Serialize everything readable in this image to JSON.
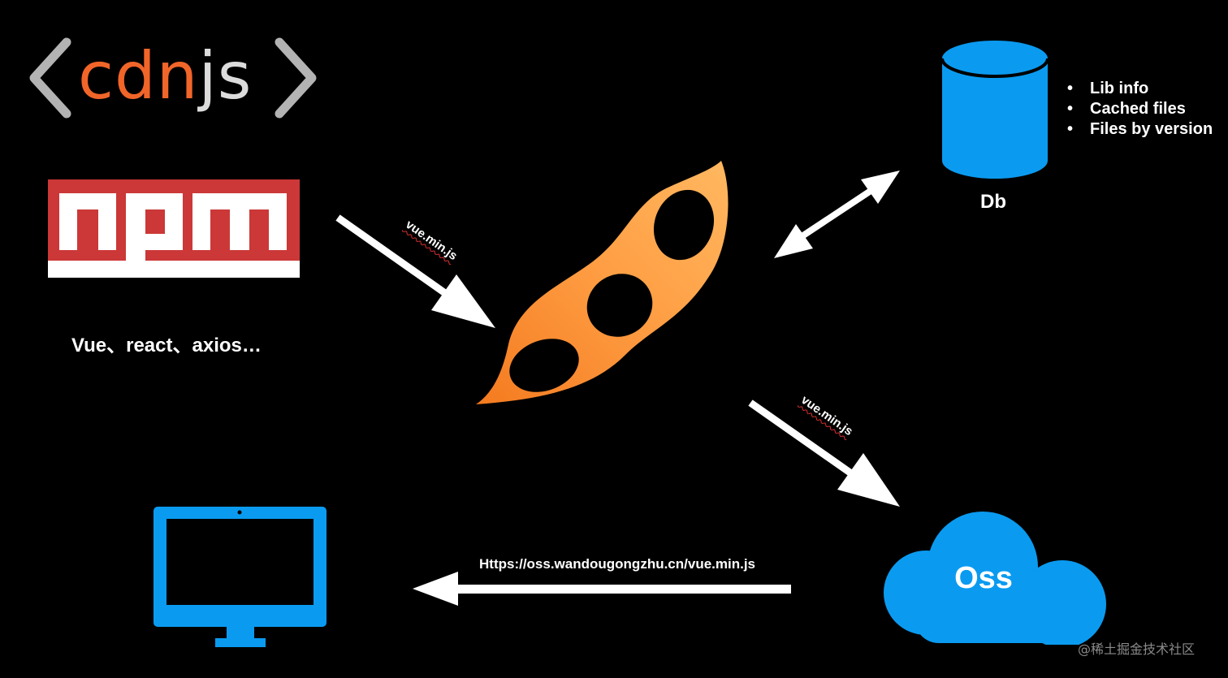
{
  "logos": {
    "cdnjs": {
      "left_glyph": "c",
      "mid_glyph": "dn",
      "right_glyph": "js",
      "orange": "#f16529",
      "grey": "#dcdcdc"
    },
    "npm": {
      "text": "npm",
      "color": "#cb3837"
    }
  },
  "labels": {
    "frameworks": "Vue、react、axios…",
    "arrow_npm_to_peapod": "vue.min.js",
    "arrow_peapod_to_oss": "vue.min.js",
    "url": "Https://oss.wandougongzhu.cn/vue.min.js"
  },
  "database": {
    "label": "Db",
    "items": [
      "Lib info",
      "Cached files",
      "Files by version"
    ],
    "bullet": "•",
    "color": "#0a9bf0"
  },
  "oss": {
    "label": "Oss",
    "color": "#0a9bf0"
  },
  "monitor": {
    "color": "#0a9bf0"
  },
  "peapod": {
    "color_light": "#ffb356",
    "color_dark": "#f47a1f"
  },
  "watermark": "@稀土掘金技术社区"
}
